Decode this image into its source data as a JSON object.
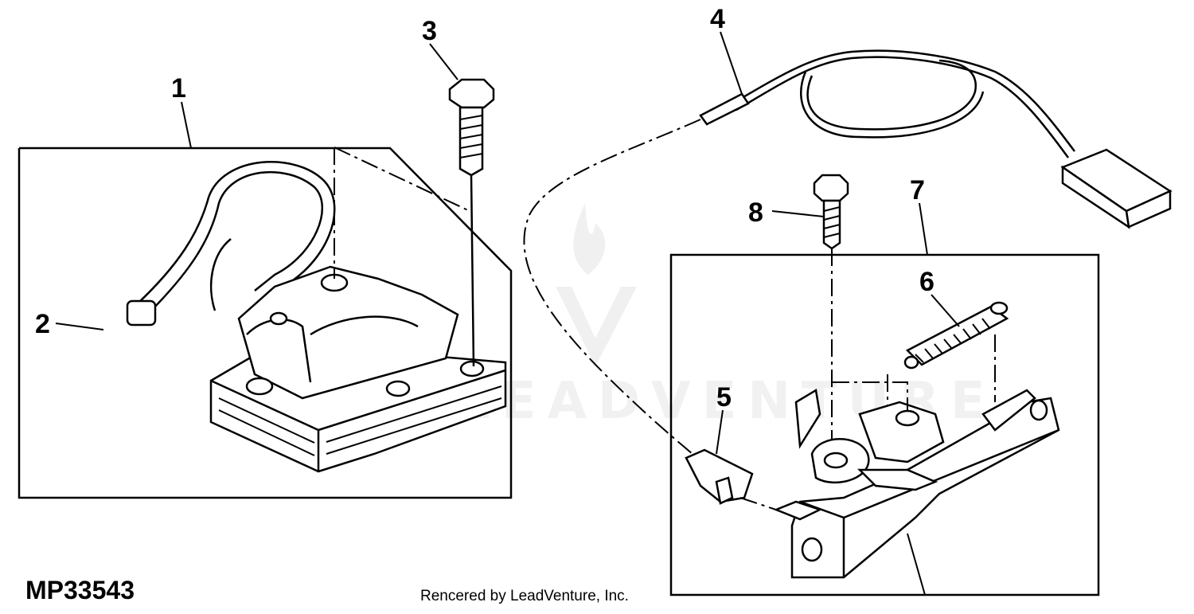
{
  "figure_id": "MP33543",
  "credit": "Rencered by LeadVenture, Inc.",
  "watermark": "LEADVENTURE",
  "callouts": [
    {
      "number": "1",
      "part": "ignition-module-assembly"
    },
    {
      "number": "2",
      "part": "spark-plug-boot"
    },
    {
      "number": "3",
      "part": "cap-screw"
    },
    {
      "number": "4",
      "part": "wiring-lead"
    },
    {
      "number": "5",
      "part": "ground-clip"
    },
    {
      "number": "6",
      "part": "governor-spring"
    },
    {
      "number": "7",
      "part": "control-bracket-assembly"
    },
    {
      "number": "8",
      "part": "screw"
    }
  ]
}
